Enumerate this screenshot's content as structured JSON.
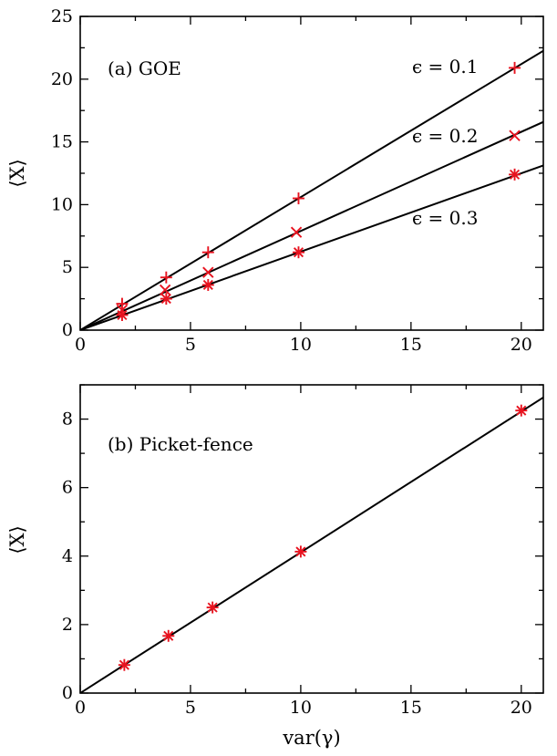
{
  "chart_data": [
    {
      "type": "scatter",
      "panel_label": "(a) GOE",
      "xlabel": "",
      "ylabel": "⟨X⟩",
      "xlim": [
        0,
        21
      ],
      "ylim": [
        0,
        25
      ],
      "xticks": [
        0,
        5,
        10,
        15,
        20
      ],
      "yticks": [
        0,
        5,
        10,
        15,
        20,
        25
      ],
      "marker_color": "#e8131f",
      "line_color": "#000000",
      "series": [
        {
          "name": "ϵ = 0.1",
          "marker": "plus",
          "slope": 1.06,
          "x": [
            1.9,
            3.9,
            5.8,
            9.9,
            19.7
          ],
          "y": [
            2.1,
            4.2,
            6.2,
            10.5,
            20.9
          ]
        },
        {
          "name": "ϵ = 0.2",
          "marker": "cross",
          "slope": 0.79,
          "x": [
            1.9,
            3.85,
            5.8,
            9.8,
            19.7
          ],
          "y": [
            1.6,
            3.2,
            4.6,
            7.8,
            15.5
          ]
        },
        {
          "name": "ϵ = 0.3",
          "marker": "star",
          "slope": 0.625,
          "x": [
            1.9,
            3.9,
            5.8,
            9.9,
            19.7
          ],
          "y": [
            1.2,
            2.5,
            3.6,
            6.2,
            12.4
          ]
        }
      ]
    },
    {
      "type": "scatter",
      "panel_label": "(b) Picket-fence",
      "xlabel": "var(γ)",
      "ylabel": "⟨X⟩",
      "xlim": [
        0,
        21
      ],
      "ylim": [
        0,
        9
      ],
      "xticks": [
        0,
        5,
        10,
        15,
        20
      ],
      "yticks": [
        0,
        2,
        4,
        6,
        8
      ],
      "marker_color": "#e8131f",
      "line_color": "#000000",
      "series": [
        {
          "name": "",
          "marker": "star",
          "slope": 0.411,
          "x": [
            2,
            4,
            6,
            10,
            20
          ],
          "y": [
            0.82,
            1.67,
            2.5,
            4.13,
            8.25
          ]
        }
      ]
    }
  ]
}
